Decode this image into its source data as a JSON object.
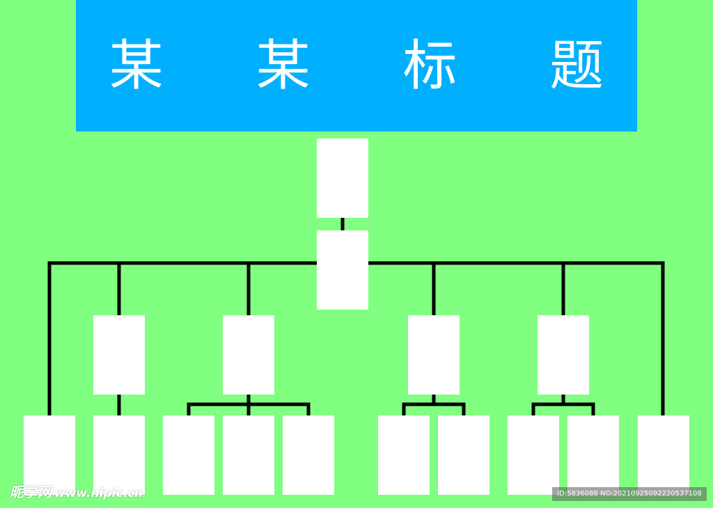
{
  "title": "某 某 标 题",
  "watermark": {
    "brand": "昵享网",
    "site": "www.nipic.cn",
    "id_text": "ID:5836088 NO:20210925092220537108"
  },
  "colors": {
    "background": "#80ff80",
    "banner": "#00b0ff",
    "node_fill": "#ffffff",
    "connector": "#000000"
  },
  "nodes": [
    {
      "id": "top",
      "parent": null
    },
    {
      "id": "head",
      "parent": "top"
    },
    {
      "id": "leaf-far-left",
      "parent": "head"
    },
    {
      "id": "branch-1",
      "parent": "head"
    },
    {
      "id": "branch-2",
      "parent": "head"
    },
    {
      "id": "branch-3",
      "parent": "head"
    },
    {
      "id": "branch-4",
      "parent": "head"
    },
    {
      "id": "leaf-far-right",
      "parent": "head"
    },
    {
      "id": "leaf-1a",
      "parent": "branch-1"
    },
    {
      "id": "leaf-2a",
      "parent": "branch-2"
    },
    {
      "id": "leaf-2b",
      "parent": "branch-2"
    },
    {
      "id": "leaf-2c",
      "parent": "branch-2"
    },
    {
      "id": "leaf-3a",
      "parent": "branch-3"
    },
    {
      "id": "leaf-3b",
      "parent": "branch-3"
    },
    {
      "id": "leaf-4a",
      "parent": "branch-4"
    },
    {
      "id": "leaf-4b",
      "parent": "branch-4"
    }
  ]
}
